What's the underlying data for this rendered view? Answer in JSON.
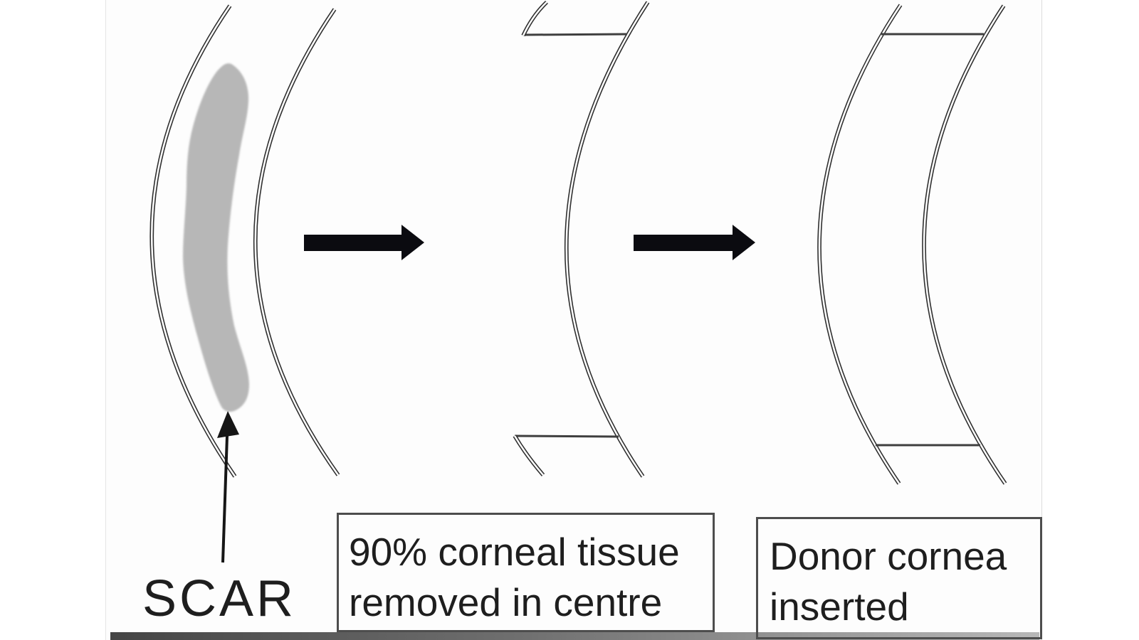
{
  "figure": {
    "description_labels": {
      "scar": "SCAR",
      "caption_removed": {
        "line1": "90% corneal tissue",
        "line2": "removed in centre"
      },
      "caption_donor": {
        "line1": "Donor cornea",
        "line2": "inserted"
      }
    },
    "panels": [
      {
        "name": "cornea-with-scar"
      },
      {
        "name": "corneal-tissue-removed"
      },
      {
        "name": "donor-cornea-inserted"
      }
    ],
    "icons": {
      "scar_pointer": "up-arrow-icon",
      "step_arrow_1": "right-arrow-icon",
      "step_arrow_2": "right-arrow-icon"
    }
  },
  "colors": {
    "page": "#ffffff",
    "photo": "#fdfdfd",
    "line": "#2e2e2e",
    "connector": "#3f3f3f",
    "scar": "#b7b7b7",
    "arrow": "#0b0b10",
    "pointer": "#161616",
    "text": "#1e1e1e",
    "border": "#4d4d4d",
    "strip1": "#454545",
    "strip2": "#707070",
    "strip3": "#b8b8b8"
  }
}
